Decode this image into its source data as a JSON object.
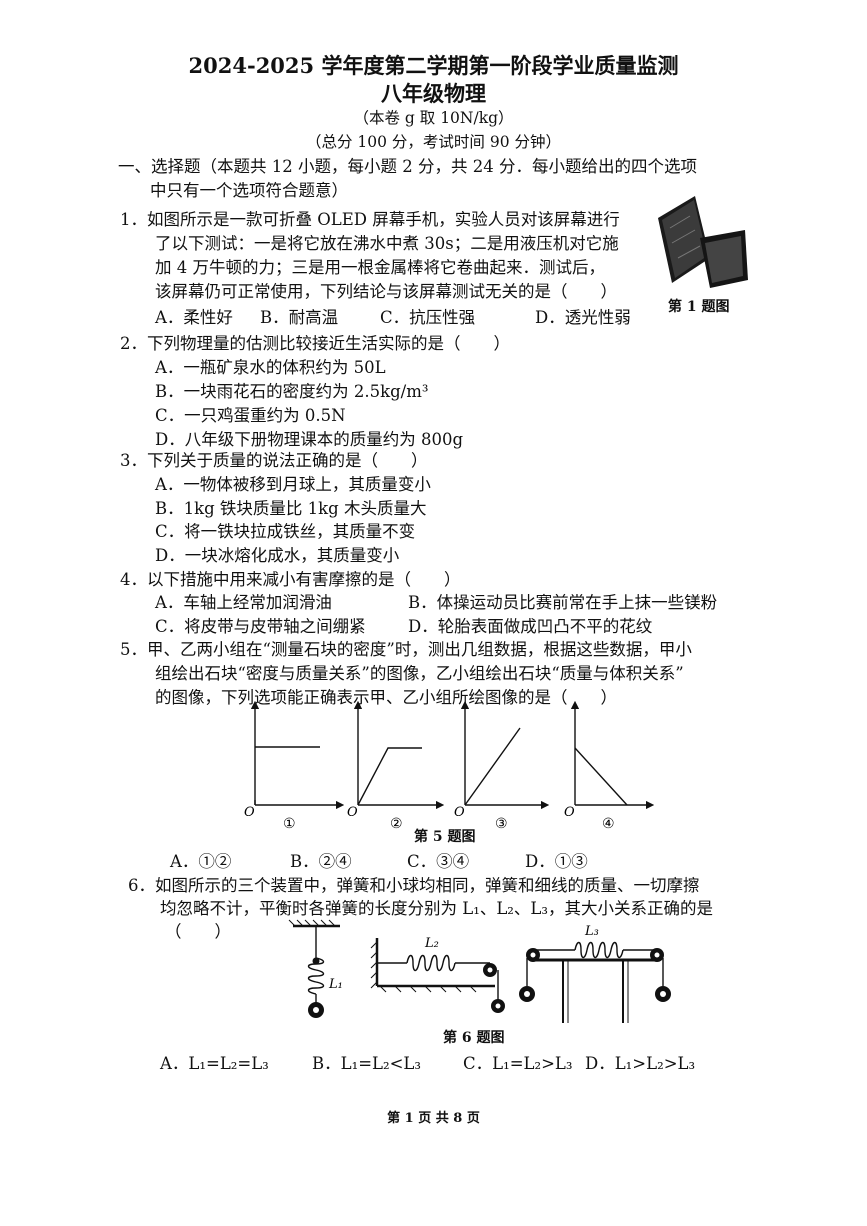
{
  "header": {
    "title": "2024-2025 学年度第二学期第一阶段学业质量监测",
    "subtitle": "八年级物理",
    "note_g": "（本卷 g 取 10N/kg）",
    "note_time": "（总分 100 分，考试时间 90 分钟）"
  },
  "section1": {
    "heading_l1": "一、选择题（本题共 12 小题，每小题 2 分，共 24 分．每小题给出的四个选项",
    "heading_l2": "中只有一个选项符合题意）"
  },
  "questions": {
    "q1": {
      "l1": "1．如图所示是一款可折叠 OLED 屏幕手机，实验人员对该屏幕进行",
      "l2": "了以下测试：一是将它放在沸水中煮 30s；二是用液压机对它施",
      "l3": "加 4 万牛顿的力；三是用一根金属棒将它卷曲起来．测试后，",
      "l4": "该屏幕仍可正常使用，下列结论与该屏幕测试无关的是（　　）",
      "a": "A．柔性好",
      "b": "B．耐高温",
      "c": "C．抗压性强",
      "d": "D．透光性弱",
      "caption": "第 1 题图"
    },
    "q2": {
      "stem": "2．下列物理量的估测比较接近生活实际的是（　　）",
      "a": "A．一瓶矿泉水的体积约为 50L",
      "b": "B．一块雨花石的密度约为 2.5kg/m³",
      "c": "C．一只鸡蛋重约为 0.5N",
      "d": "D．八年级下册物理课本的质量约为 800g"
    },
    "q3": {
      "stem": "3．下列关于质量的说法正确的是（　　）",
      "a": "A．一物体被移到月球上，其质量变小",
      "b": "B．1kg 铁块质量比 1kg 木头质量大",
      "c": "C．将一铁块拉成铁丝，其质量不变",
      "d": "D．一块冰熔化成水，其质量变小"
    },
    "q4": {
      "stem": "4．以下措施中用来减小有害摩擦的是（　　）",
      "a": "A．车轴上经常加润滑油",
      "b": "B．体操运动员比赛前常在手上抹一些镁粉",
      "c": "C．将皮带与皮带轴之间绷紧",
      "d": "D．轮胎表面做成凹凸不平的花纹"
    },
    "q5": {
      "l1": "5．甲、乙两小组在“测量石块的密度”时，测出几组数据，根据这些数据，甲小",
      "l2": "组绘出石块“密度与质量关系”的图像，乙小组绘出石块“质量与体积关系”",
      "l3": "的图像，下列选项能正确表示甲、乙小组所绘图像的是（　　）",
      "graph_labels": [
        "①",
        "②",
        "③",
        "④"
      ],
      "origin": "O",
      "caption": "第 5 题图",
      "a": "A．①②",
      "b": "B．②④",
      "c": "C．③④",
      "d": "D．①③"
    },
    "q6": {
      "l1": "6．如图所示的三个装置中，弹簧和小球均相同，弹簧和细线的质量、一切摩擦",
      "l2": "均忽略不计，平衡时各弹簧的长度分别为 L₁、L₂、L₃，其大小关系正确的是",
      "l3": "（　　）",
      "label1": "L₁",
      "label2": "L₂",
      "label3": "L₃",
      "caption": "第 6 题图",
      "a": "A．L₁=L₂=L₃",
      "b": "B．L₁=L₂<L₃",
      "c": "C．L₁=L₂>L₃",
      "d": "D．L₁>L₂>L₃"
    }
  },
  "footer": "第 1 页 共 8 页"
}
